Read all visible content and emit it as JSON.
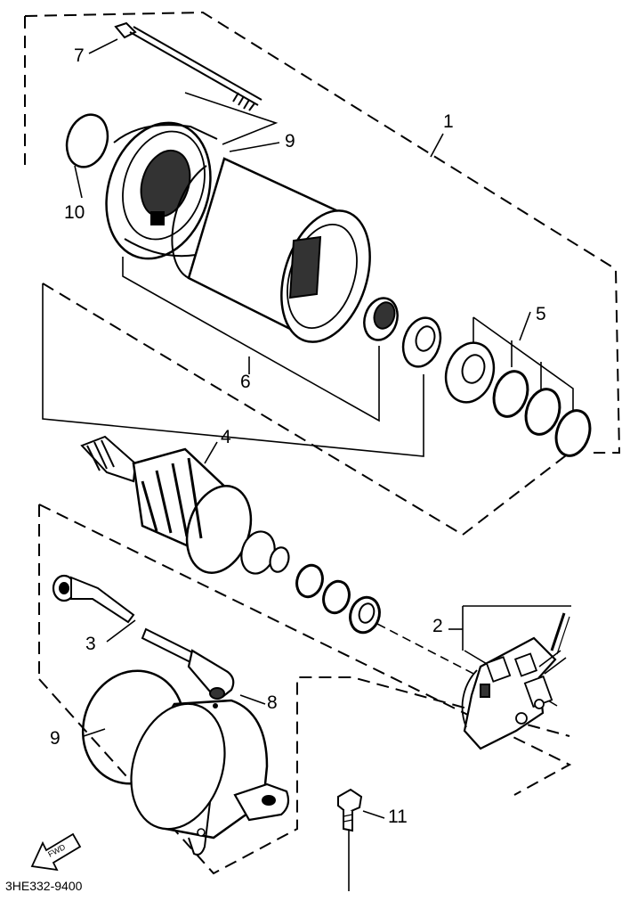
{
  "callouts": {
    "c1": "1",
    "c2": "2",
    "c3": "3",
    "c4": "4",
    "c5": "5",
    "c6": "6",
    "c7": "7",
    "c8": "8",
    "c9_top": "9",
    "c9_bottom": "9",
    "c10": "10",
    "c11": "11"
  },
  "fwd_label": "FWD",
  "drawing_code": "3HE332-9400",
  "colors": {
    "line": "#000000",
    "background": "#ffffff",
    "shade": "#333333"
  }
}
